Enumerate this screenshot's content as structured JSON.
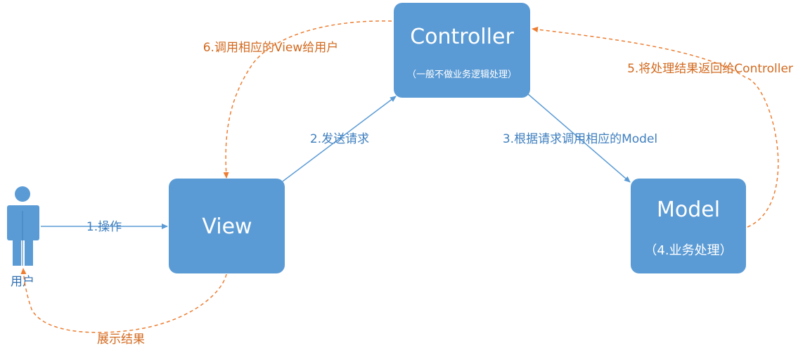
{
  "user": {
    "label": "用户"
  },
  "view": {
    "title": "View"
  },
  "controller": {
    "title": "Controller",
    "subtitle": "（一般不做业务逻辑处理）"
  },
  "model": {
    "title": "Model",
    "subtitle": "（4.业务处理）"
  },
  "edges": {
    "e1": "1.操作",
    "e2": "2.发送请求",
    "e3": "3.根据请求调用相应的Model",
    "e5": "5.将处理结果返回给Controller",
    "e6": "6.调用相应的View给用户",
    "e7": "展示结果"
  },
  "colors": {
    "box_fill": "#5b9bd5",
    "solid_arrow": "#5b9bd5",
    "dashed_arrow": "#ed7d31",
    "label_blue": "#3f7fbf",
    "label_orange": "#d2691e"
  }
}
